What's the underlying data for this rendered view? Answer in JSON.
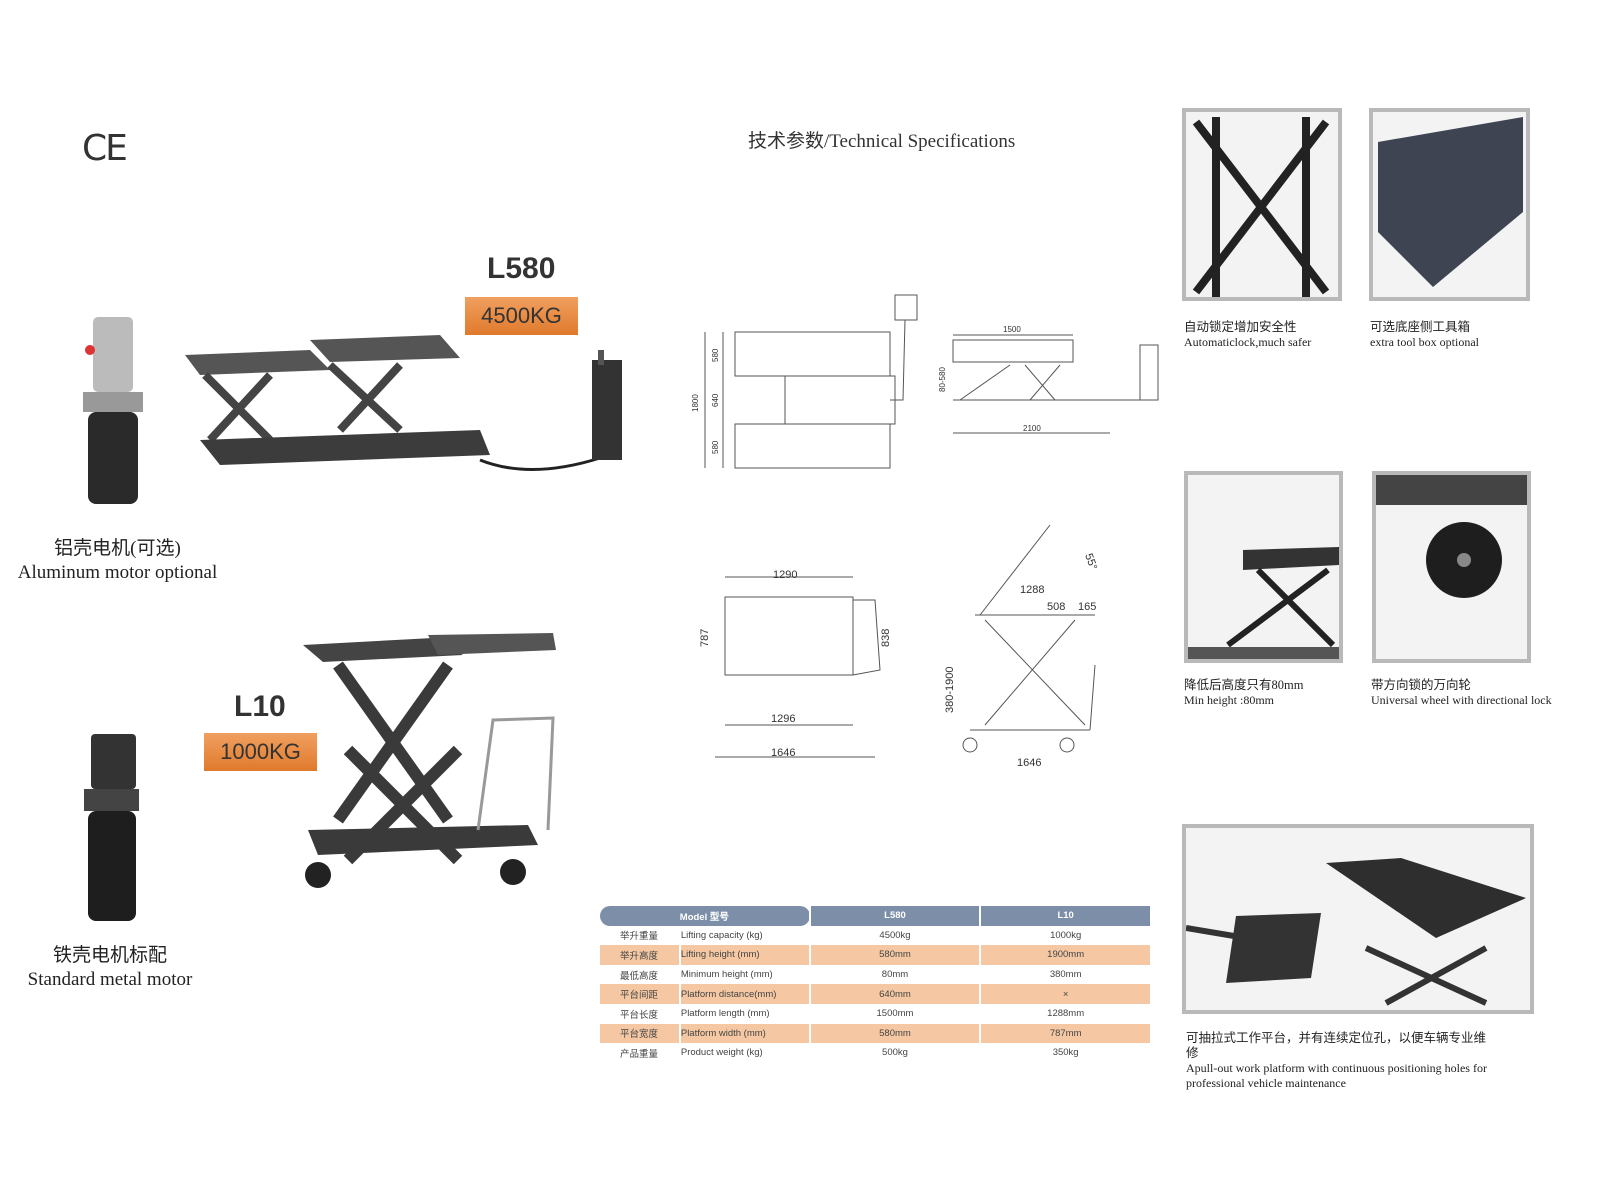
{
  "ce_mark": "CE",
  "title": "技术参数/Technical Specifications",
  "products": [
    {
      "model": "L580",
      "capacity": "4500KG"
    },
    {
      "model": "L10",
      "capacity": "1000KG"
    }
  ],
  "motors": [
    {
      "zh": "铝壳电机(可选)",
      "en": "Aluminum motor optional"
    },
    {
      "zh": "铁壳电机标配",
      "en": "Standard metal motor"
    }
  ],
  "drawings": {
    "l580_top": [
      "1800",
      "580",
      "640",
      "580"
    ],
    "l580_side": [
      "1500",
      "80-580",
      "2100"
    ],
    "l10_top": [
      "1290",
      "787",
      "838",
      "1296",
      "1646"
    ],
    "l10_side": [
      "1288",
      "508",
      "165",
      "55°",
      "380-1900",
      "1646"
    ]
  },
  "features": [
    {
      "zh": "自动锁定增加安全性",
      "en": "Automaticlock,much safer"
    },
    {
      "zh": "可选底座侧工具箱",
      "en": "extra tool box optional"
    },
    {
      "zh": "降低后高度只有80mm",
      "en": "Min height :80mm"
    },
    {
      "zh": "带方向锁的万向轮",
      "en": "Universal wheel with directional lock"
    },
    {
      "zh": "可抽拉式工作平台，并有连续定位孔，以便车辆专业维修",
      "en": "Apull-out work platform with continuous positioning holes for professional vehicle maintenance"
    }
  ],
  "spec_table": {
    "headers": [
      "Model 型号",
      "L580",
      "L10"
    ],
    "rows": [
      {
        "zh": "举升重量",
        "en": "Lifting capacity  (kg)",
        "l580": "4500kg",
        "l10": "1000kg"
      },
      {
        "zh": "举升高度",
        "en": "Lifting height  (mm)",
        "l580": "580mm",
        "l10": "1900mm"
      },
      {
        "zh": "最低高度",
        "en": "Minimum height  (mm)",
        "l580": "80mm",
        "l10": "380mm"
      },
      {
        "zh": "平台间距",
        "en": "Platform distance(mm)",
        "l580": "640mm",
        "l10": "×"
      },
      {
        "zh": "平台长度",
        "en": "Platform length (mm)",
        "l580": "1500mm",
        "l10": "1288mm"
      },
      {
        "zh": "平台宽度",
        "en": "Platform width (mm)",
        "l580": "580mm",
        "l10": "787mm"
      },
      {
        "zh": "产品重量",
        "en": "Product weight  (kg)",
        "l580": "500kg",
        "l10": "350kg"
      }
    ]
  }
}
